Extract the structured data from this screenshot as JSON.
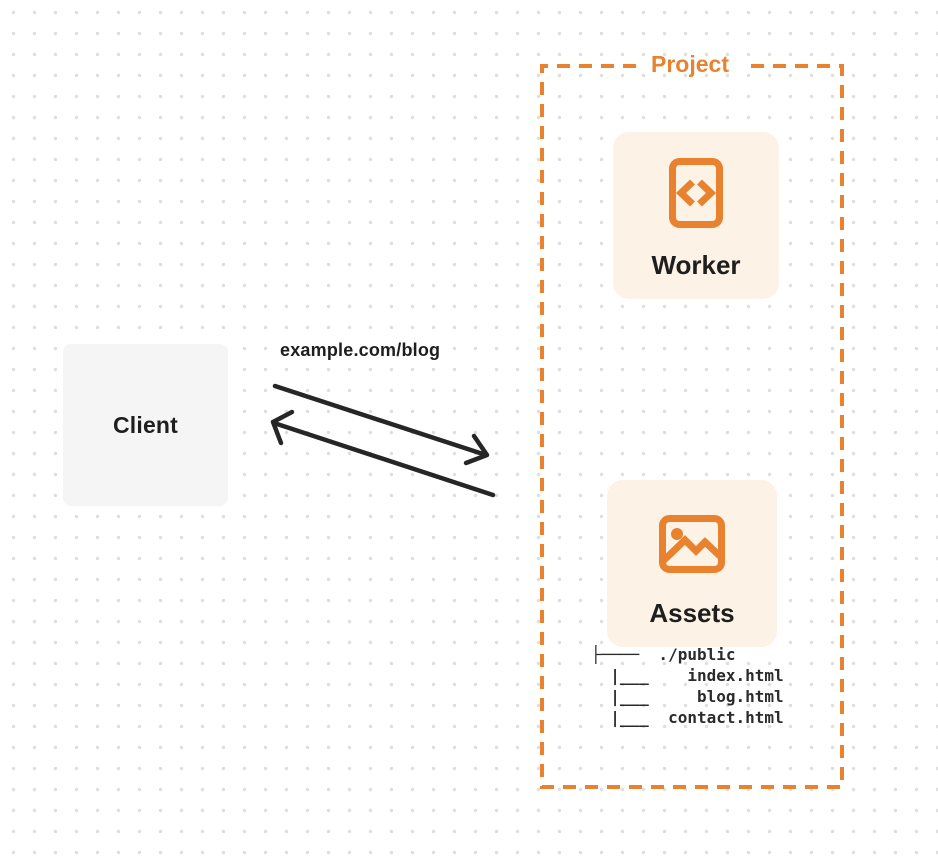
{
  "diagram": {
    "client": {
      "label": "Client"
    },
    "request": {
      "label": "example.com/blog"
    },
    "project": {
      "label": "Project",
      "nodes": [
        {
          "label": "Worker",
          "icon": "code-file-icon"
        },
        {
          "label": "Assets",
          "icon": "image-icon"
        }
      ],
      "file_tree": {
        "root": "./public",
        "files": [
          "index.html",
          "blog.html",
          "contact.html"
        ],
        "lines": [
          "├────  ./public",
          "  |___    index.html",
          "  |___     blog.html",
          "  |___  contact.html"
        ]
      }
    },
    "colors": {
      "accent_orange": "#E8822F",
      "node_fill": "#FCF2E6",
      "client_fill": "#F5F5F6",
      "arrow": "#262626",
      "text_dark": "#1E1E1E",
      "grid_dot": "#DEDEDE"
    }
  }
}
